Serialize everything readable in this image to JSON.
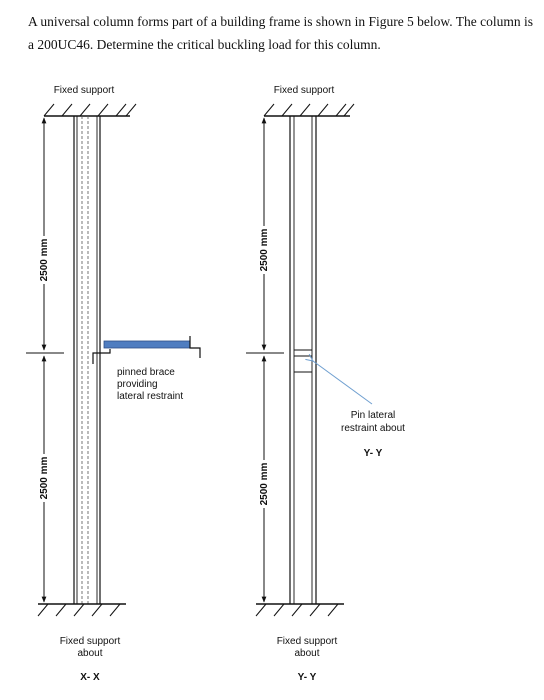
{
  "problem": {
    "text": "A universal column forms part of a building frame is shown in Figure 5 below. The column is a 200UC46. Determine the critical buckling load for this column."
  },
  "left_view": {
    "top_support": "Fixed support",
    "dim_upper": "2500 mm",
    "dim_lower": "2500 mm",
    "brace_line1": "pinned brace",
    "brace_line2": "providing",
    "brace_line3": "lateral restraint",
    "bottom_support_line1": "Fixed support",
    "bottom_support_line2": "about",
    "axis": "X- X"
  },
  "right_view": {
    "top_support": "Fixed support",
    "dim_upper": "2500 mm",
    "dim_lower": "2500 mm",
    "restraint_line1": "Pin lateral",
    "restraint_line2": "restraint about",
    "restraint_axis": "Y- Y",
    "bottom_support_line1": "Fixed support",
    "bottom_support_line2": "about",
    "axis": "Y- Y"
  },
  "colors": {
    "brace_fill": "#4f7dc0",
    "leader": "#6f9fd0"
  }
}
